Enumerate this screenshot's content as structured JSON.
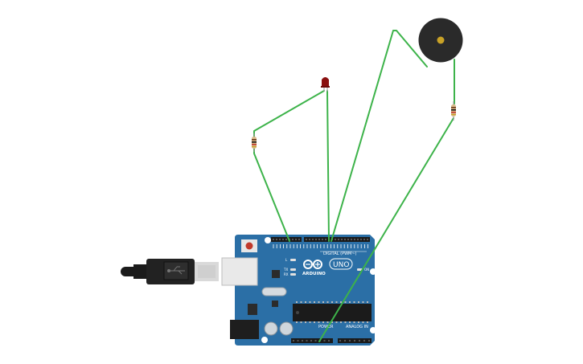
{
  "board": {
    "logo_text": "ARDUINO",
    "model_text": "UNO",
    "digital_label": "DIGITAL (PWM~)",
    "power_label": "POWER",
    "analog_label": "ANALOG IN",
    "on_label": "ON",
    "l_label": "L",
    "tx_label": "TX",
    "rx_label": "RX"
  },
  "colors": {
    "board": "#2b6fa6",
    "wire": "#3db34a",
    "led": "#8a1010",
    "buzzer": "#2a2a2a",
    "buzzer_center": "#c9a227"
  },
  "components": {
    "led": "red-led",
    "buzzer": "piezo-buzzer",
    "resistor_led": "resistor",
    "resistor_buzzer": "resistor",
    "cable": "usb-cable"
  }
}
